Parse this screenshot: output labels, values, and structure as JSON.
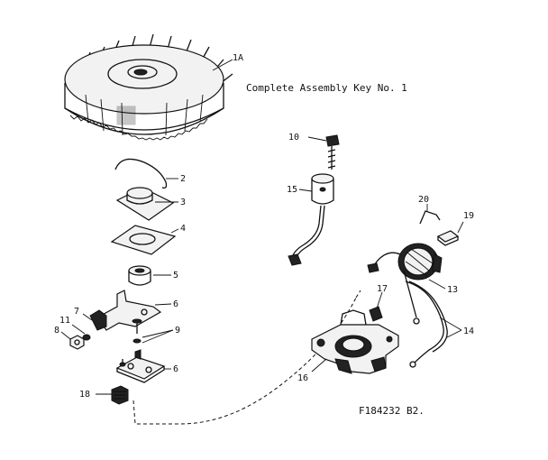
{
  "title": "Complete Assembly Key No. 1",
  "figure_id": "F184232 B2.",
  "callouts": {
    "flywheel": "1A",
    "spring": "2",
    "washer_3": "3",
    "plate_4": "4",
    "cam_5": "5",
    "bracket_6_top": "6",
    "clip_7": "7",
    "nut_8": "8",
    "screw_9": "9",
    "screw_10": "10",
    "nut_11": "11",
    "coil_13": "13",
    "wires_14": "14",
    "connector_15": "15",
    "magneto_16": "16",
    "screw_17": "17",
    "block_18": "18",
    "clip_19": "19",
    "wire_20": "20",
    "bracket_6_bottom": "6"
  }
}
